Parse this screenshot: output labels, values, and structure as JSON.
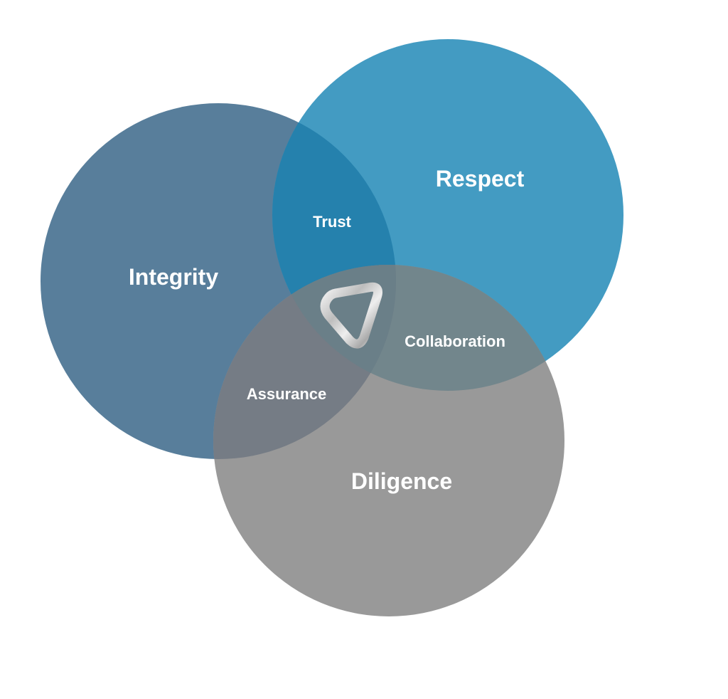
{
  "circles": {
    "integrity": {
      "label": "Integrity",
      "color": "#587e9b"
    },
    "respect": {
      "label": "Respect",
      "color": "#439bc2"
    },
    "diligence": {
      "label": "Diligence",
      "color": "#999999"
    }
  },
  "overlaps": {
    "trust": {
      "label": "Trust",
      "color": "#2581ad"
    },
    "collaboration": {
      "label": "Collaboration",
      "color": "#72868c"
    },
    "assurance": {
      "label": "Assurance",
      "color": "#757c85"
    },
    "center": {
      "color": "#6a7f88",
      "icon": "rounded-triangle-logo-icon"
    }
  }
}
